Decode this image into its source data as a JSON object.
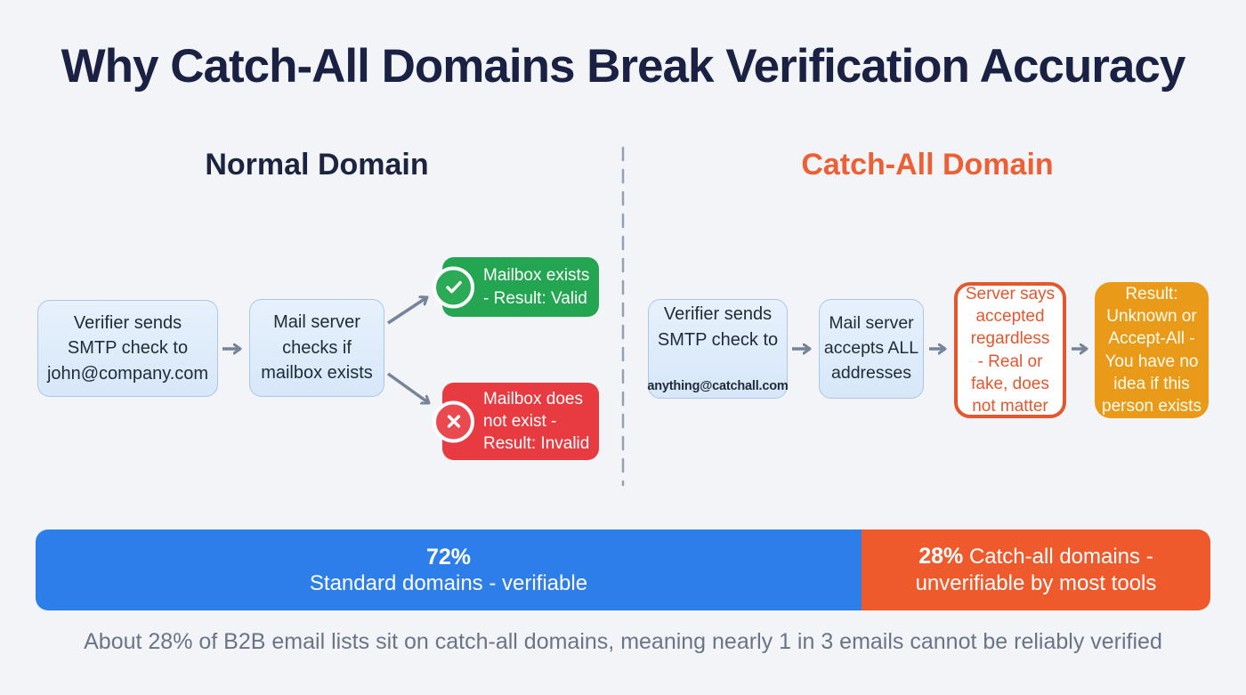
{
  "title": "Why Catch-All Domains Break Verification Accuracy",
  "left": {
    "heading": "Normal Domain",
    "step1": "Verifier sends\nSMTP check to\njohn@company.com",
    "step2": "Mail server\nchecks if\nmailbox exists",
    "valid_result": {
      "icon": "check-icon",
      "text": "Mailbox exists\n- Result: Valid"
    },
    "invalid_result": {
      "icon": "x-icon",
      "text": "Mailbox does\nnot exist -\nResult: Invalid"
    }
  },
  "right": {
    "heading": "Catch-All Domain",
    "step1_main": "Verifier sends\nSMTP check to",
    "step1_email": "anything@catchall.com",
    "step2": "Mail server\naccepts ALL\naddresses",
    "step3": "Server says\naccepted\nregardless\n- Real or\nfake, does\nnot matter",
    "step4": "Result:\nUnknown or\nAccept-All -\nYou have no\nidea if this\nperson exists"
  },
  "bar": {
    "blue_segment": {
      "pct": "72%",
      "label": "Standard domains - verifiable"
    },
    "orange_segment": {
      "pct": "28%",
      "label_line1_rest": " Catch-all domains -",
      "label_line2": "unverifiable by most tools"
    }
  },
  "caption": "About 28% of B2B email lists sit on catch-all domains, meaning nearly 1 in 3 emails cannot be reliably verified",
  "colors": {
    "background": "#f2f4f8",
    "title_text": "#1a2142",
    "normal_heading": "#1d2440",
    "catchall_heading": "#ee5f33",
    "blue_box_fill": "#dbe9fa",
    "blue_box_border": "#a9c7e9",
    "valid_green": "#23a551",
    "invalid_red": "#e73b41",
    "outline_orange": "#e4572e",
    "amber_fill": "#e89a18",
    "bar_blue": "#2e7ee9",
    "bar_orange": "#ee5a2b",
    "arrow_gray": "#76849a",
    "divider_gray": "#96a1af",
    "caption_gray": "#6b7486"
  }
}
